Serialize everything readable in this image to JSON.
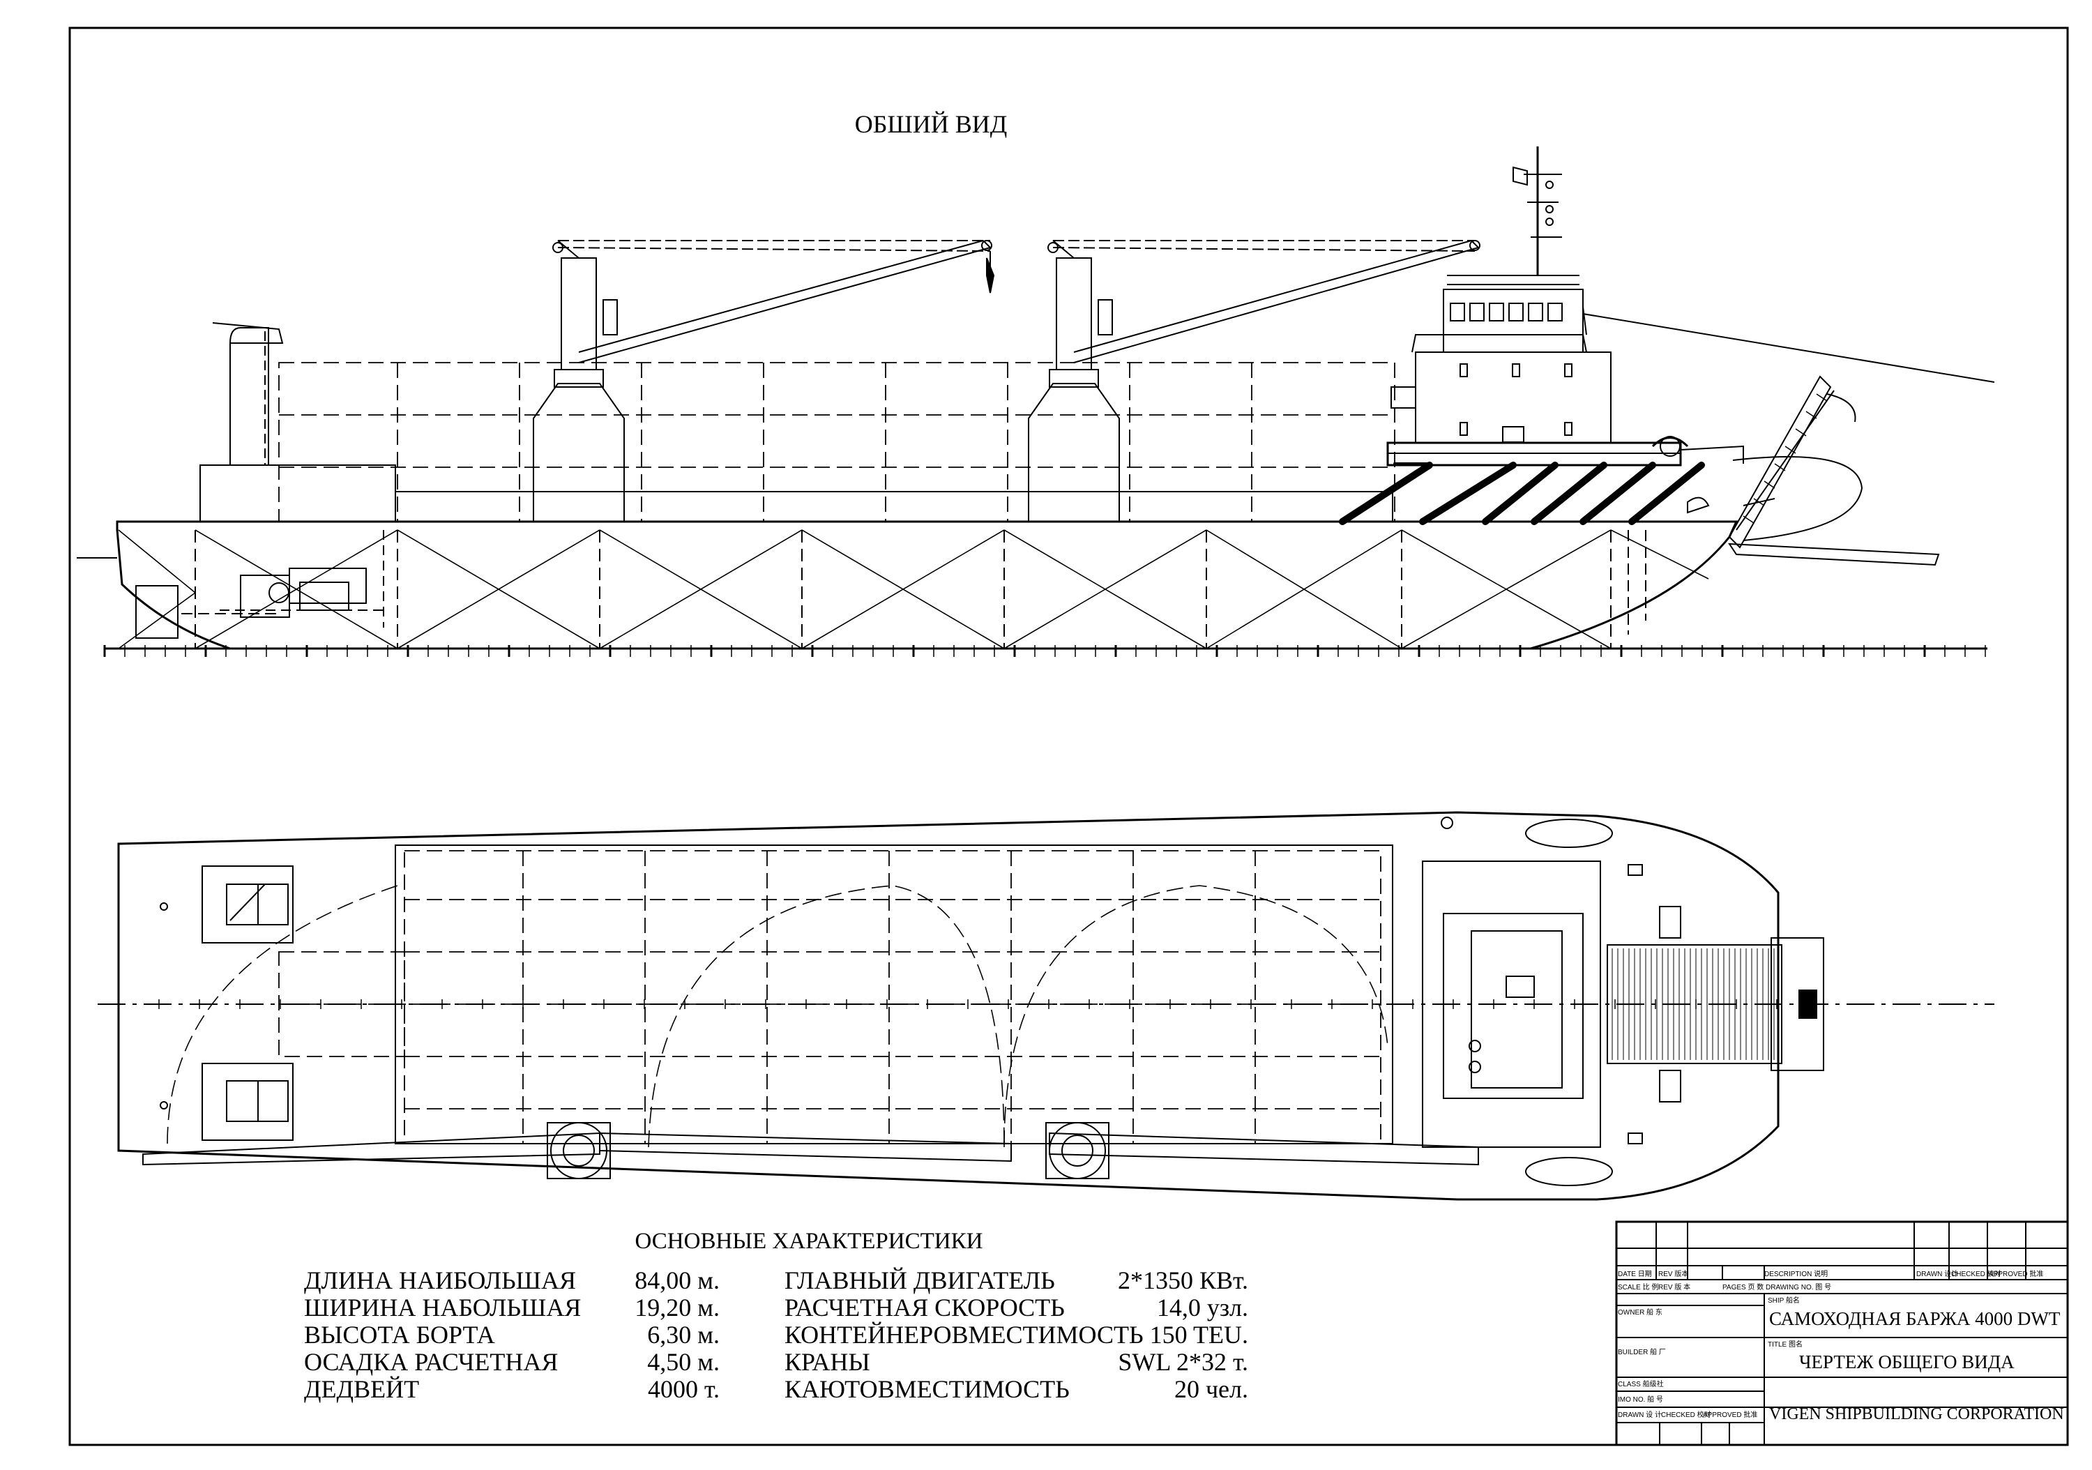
{
  "view_title": "ОБШИЙ ВИД",
  "specs_title": "ОСНОВНЫЕ ХАРАКТЕРИСТИКИ",
  "specs_left": [
    {
      "label": "ДЛИНА НАИБОЛЬШАЯ",
      "value": "84,00 м."
    },
    {
      "label": "ШИРИНА НАБОЛЬШАЯ",
      "value": "19,20 м."
    },
    {
      "label": "ВЫСОТА БОРТА",
      "value": "6,30 м."
    },
    {
      "label": "ОСАДКА РАСЧЕТНАЯ",
      "value": "4,50 м."
    },
    {
      "label": "ДЕДВЕЙТ",
      "value": "4000 т."
    }
  ],
  "specs_right": [
    {
      "label": "ГЛАВНЫЙ ДВИГАТЕЛЬ",
      "value": "2*1350 КВт."
    },
    {
      "label": "РАСЧЕТНАЯ СКОРОСТЬ",
      "value": "14,0 узл."
    },
    {
      "label": "КОНТЕЙНЕРОВМЕСТИМОСТЬ",
      "value": "150 TEU."
    },
    {
      "label": "КРАНЫ",
      "value": "SWL 2*32 т."
    },
    {
      "label": "КАЮТОВМЕСТИМОСТЬ",
      "value": "20 чел."
    }
  ],
  "title_block": {
    "header_row": {
      "date": "DATE 日期",
      "rev": "REV 版本",
      "description": "DESCRIPTION 说明",
      "drawn": "DRAWN 设计",
      "checked": "CHECKED 校对",
      "approved": "APPROVED 批准"
    },
    "scale_row": {
      "scale": "SCALE 比 例",
      "rev": "REV 版 本",
      "pages": "PAGES 页 数",
      "drawing_no": "DRAWING NO. 图 号"
    },
    "owner_label": "OWNER 船 东",
    "builder_label": "BUILDER 船 厂",
    "class_label": "CLASS 船级社",
    "imo_label": "IMO NO. 船 号",
    "sign_row": {
      "drawn": "DRAWN 设 计",
      "checked": "CHECKED 校对",
      "approved": "APPROVED 批准"
    },
    "ship_label": "SHIP 船名",
    "ship_value": "САМОХОДНАЯ БАРЖА 4000 DWT",
    "title_label": "TITLE 图名",
    "title_value": "ЧЕРТЕЖ ОБЩЕГО ВИДА",
    "company": "VIGEN SHIPBUILDING CORPORATION"
  },
  "colors": {
    "line": "#000000",
    "paper": "#ffffff"
  }
}
